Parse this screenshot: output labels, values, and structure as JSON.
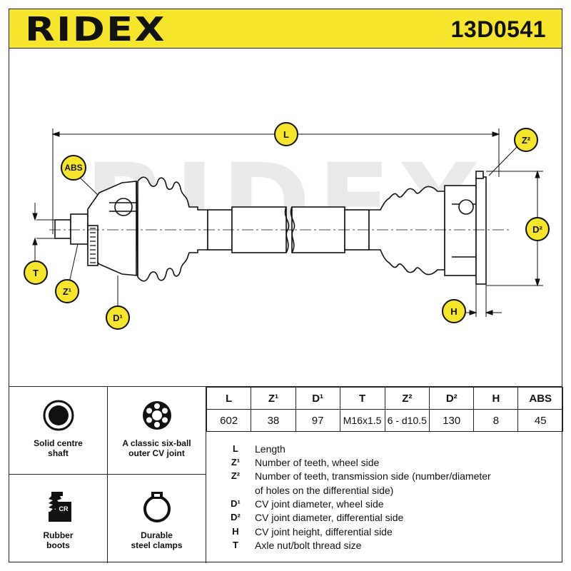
{
  "header": {
    "brand": "RIDEX",
    "part_number": "13D0541"
  },
  "drawing": {
    "watermark": "RIDEX",
    "dimension_labels": {
      "L": "L",
      "Z2": "Z²",
      "ABS": "ABS",
      "D2": "D²",
      "T": "T",
      "Z1": "Z¹",
      "D1": "D¹",
      "H": "H"
    }
  },
  "features": [
    {
      "label_line1": "Solid centre",
      "label_line2": "shaft",
      "icon": "solid-shaft-icon"
    },
    {
      "label_line1": "A classic six-ball",
      "label_line2": "outer CV joint",
      "icon": "six-ball-joint-icon"
    },
    {
      "label_line1": "Rubber",
      "label_line2": "boots",
      "icon": "rubber-boot-icon",
      "icon_text": "CR"
    },
    {
      "label_line1": "Durable",
      "label_line2": "steel clamps",
      "icon": "steel-clamp-icon"
    }
  ],
  "specs": {
    "headers": [
      "L",
      "Z¹",
      "D¹",
      "T",
      "Z²",
      "D²",
      "H",
      "ABS"
    ],
    "values": [
      "602",
      "38",
      "97",
      "M16x1.5",
      "6 - d10.5",
      "130",
      "8",
      "45"
    ]
  },
  "legend": [
    {
      "key": "L",
      "text": "Length"
    },
    {
      "key": "Z¹",
      "text": "Number of teeth, wheel side"
    },
    {
      "key": "Z²",
      "text": "Number of teeth, transmission side (number/diameter"
    },
    {
      "key": "",
      "text": "of holes on the differential side)"
    },
    {
      "key": "D¹",
      "text": "CV joint diameter, wheel side"
    },
    {
      "key": "D²",
      "text": "CV joint diameter, differential side"
    },
    {
      "key": "H",
      "text": "CV joint height, differential side"
    },
    {
      "key": "T",
      "text": "Axle nut/bolt thread size"
    }
  ],
  "colors": {
    "accent": "#f6e52a",
    "line": "#111111",
    "watermark": "#e6e6e6"
  }
}
